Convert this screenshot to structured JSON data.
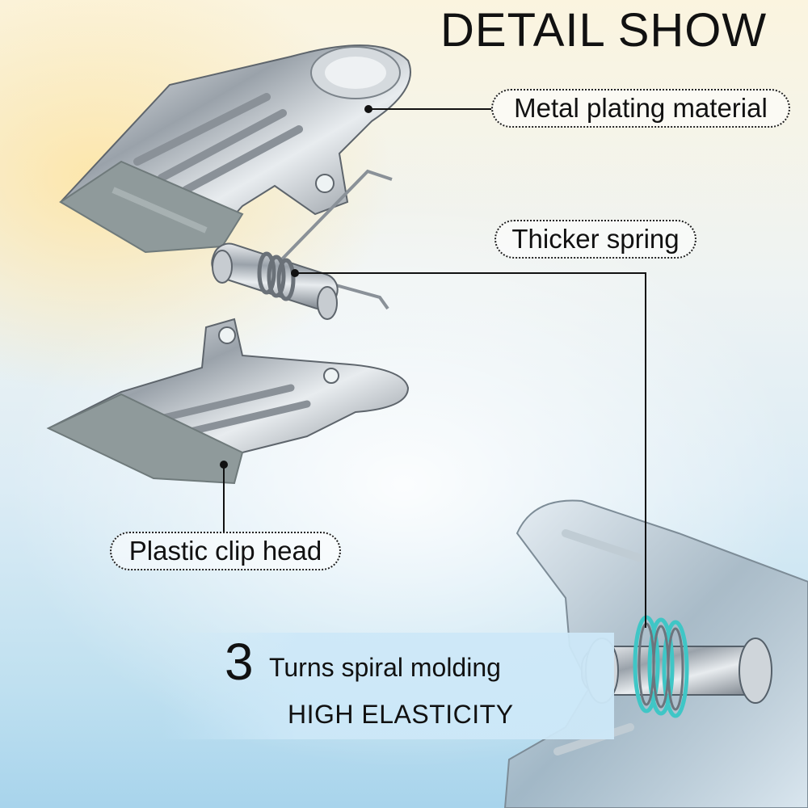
{
  "heading": "DETAIL SHOW",
  "labels": {
    "metal": "Metal plating material",
    "spring": "Thicker spring",
    "plastic": "Plastic clip head"
  },
  "callout": {
    "number": "3",
    "line1": "Turns spiral molding",
    "line2": "HIGH ELASTICITY"
  },
  "colors": {
    "metal": "#c9ced4",
    "grip": "#8f9a9b",
    "spring_highlight": "#3fc6c6"
  }
}
